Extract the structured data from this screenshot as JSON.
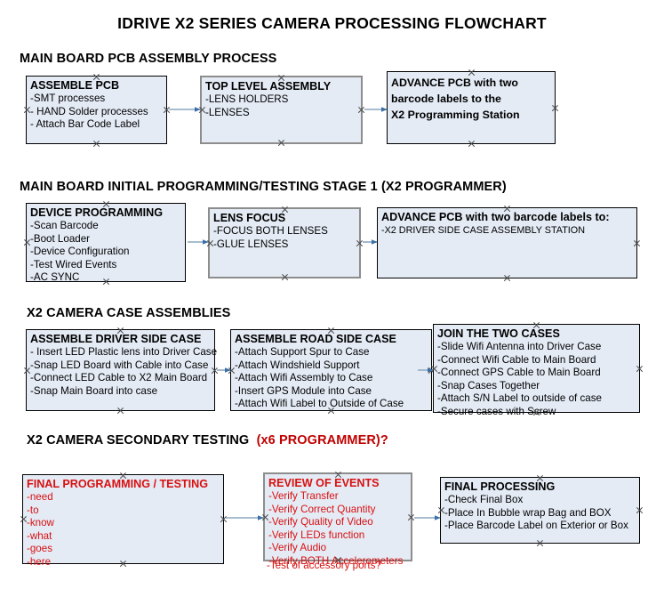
{
  "document": {
    "title": "IDRIVE X2  SERIES CAMERA PROCESSING FLOWCHART"
  },
  "colors": {
    "node_fill": "#e4ebf5",
    "node_border": "#000000",
    "node_border_gray": "#8d8d8d",
    "text": "#000000",
    "accent_red": "#c00000",
    "node_red_text": "#d81010",
    "arrow": "#6e8cab"
  },
  "sections": [
    {
      "id": "main-board-pcb-assembly-process",
      "heading": "MAIN BOARD PCB ASSEMBLY PROCESS",
      "heading_accent": "",
      "nodes": [
        {
          "id": "assemble-pcb",
          "title": "ASSEMBLE PCB",
          "lines": [
            "-SMT processes",
            "- HAND Solder processes",
            "- Attach Bar Code Label"
          ]
        },
        {
          "id": "top-level-assembly",
          "title": "TOP LEVEL ASSEMBLY",
          "lines": [
            "-LENS HOLDERS",
            "-LENSES"
          ]
        },
        {
          "id": "advance-pcb-programming-station",
          "title": "ADVANCE PCB with two",
          "lines": [
            "barcode labels to the",
            " X2 Programming Station"
          ]
        }
      ]
    },
    {
      "id": "main-board-initial-programming",
      "heading": "MAIN BOARD INITIAL PROGRAMMING/TESTING STAGE 1 (X2 PROGRAMMER)",
      "heading_accent": "",
      "nodes": [
        {
          "id": "device-programming",
          "title": "DEVICE PROGRAMMING",
          "lines": [
            "-Scan Barcode",
            "-Boot Loader",
            "-Device Configuration",
            "-Test Wired Events",
            "-AC SYNC"
          ]
        },
        {
          "id": "lens-focus",
          "title": "LENS FOCUS",
          "lines": [
            "-FOCUS BOTH LENSES",
            "-GLUE LENSES"
          ]
        },
        {
          "id": "advance-pcb-driver-side-case",
          "title": "ADVANCE PCB with two barcode labels to:",
          "lines": [
            "-X2 DRIVER  SIDE  CASE  ASSEMBLY STATION"
          ]
        }
      ]
    },
    {
      "id": "x2-camera-case-assemblies",
      "heading": "X2 CAMERA CASE ASSEMBLIES",
      "heading_accent": "",
      "nodes": [
        {
          "id": "assemble-driver-side-case",
          "title": "ASSEMBLE DRIVER SIDE CASE",
          "lines": [
            "- Insert LED Plastic lens into Driver Case",
            "-Snap LED Board with Cable into Case",
            "-Connect LED Cable to X2 Main Board",
            "-Snap Main Board into case"
          ]
        },
        {
          "id": "assemble-road-side-case",
          "title": "ASSEMBLE ROAD SIDE CASE",
          "lines": [
            "-Attach Support Spur to Case",
            "-Attach Windshield Support",
            "-Attach Wifi Assembly to Case",
            "-Insert GPS Module into Case",
            "-Attach Wifi Label to Outside of Case"
          ]
        },
        {
          "id": "join-the-two-cases",
          "title": "JOIN THE TWO CASES",
          "lines": [
            "-Slide Wifi Antenna into Driver Case",
            "-Connect Wifi Cable to Main Board",
            "-Connect GPS Cable to Main Board",
            "-Snap Cases Together",
            "-Attach S/N Label to outside of case",
            "-Secure cases with Screw"
          ]
        }
      ]
    },
    {
      "id": "x2-camera-secondary-testing",
      "heading": "X2 CAMERA SECONDARY TESTING",
      "heading_accent": "(x6 PROGRAMMER)?",
      "nodes": [
        {
          "id": "final-programming-testing",
          "title": "FINAL PROGRAMMING / TESTING",
          "lines": [
            "-need",
            "-to",
            "-know",
            "-what",
            "-goes",
            "-here"
          ]
        },
        {
          "id": "review-of-events",
          "title": "REVIEW OF EVENTS",
          "lines": [
            "-Verify Transfer",
            "-Verify Correct Quantity",
            "-Verify Quality of Video",
            "-Verify LEDs function",
            "-Verify Audio",
            "-Verify BOTH Accelerometers"
          ],
          "overflow_line": "-Test of accessory ports?"
        },
        {
          "id": "final-processing",
          "title": "FINAL PROCESSING",
          "lines": [
            " -Check Final Box",
            "-Place In Bubble wrap Bag and BOX",
            "-Place Barcode Label on Exterior or Box"
          ]
        }
      ]
    }
  ]
}
